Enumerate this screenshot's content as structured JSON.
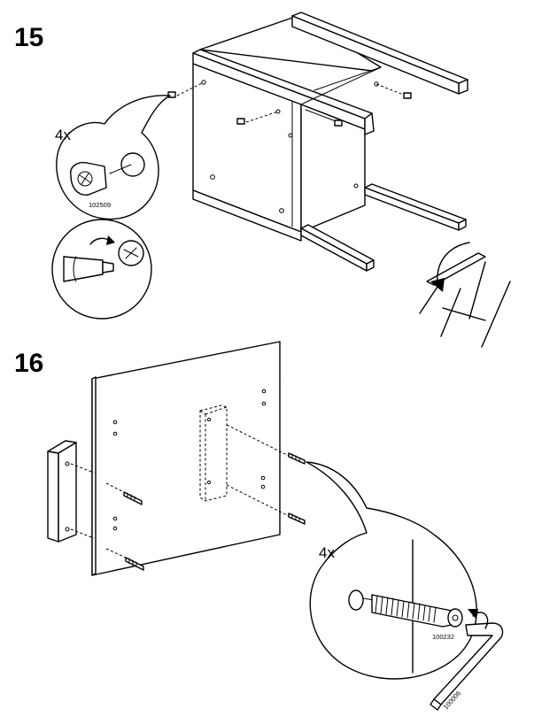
{
  "steps": [
    {
      "number": "15",
      "quantity": "4x",
      "part_number": "102509",
      "icons": [
        "cam-lock-fitting-icon",
        "screwdriver-icon",
        "rotate-arrow-icon"
      ]
    },
    {
      "number": "16",
      "quantity": "4x",
      "part_number": "100232",
      "tool_number": "100006",
      "icons": [
        "dowel-screw-icon",
        "allen-key-icon",
        "rotate-arrow-icon"
      ]
    }
  ]
}
